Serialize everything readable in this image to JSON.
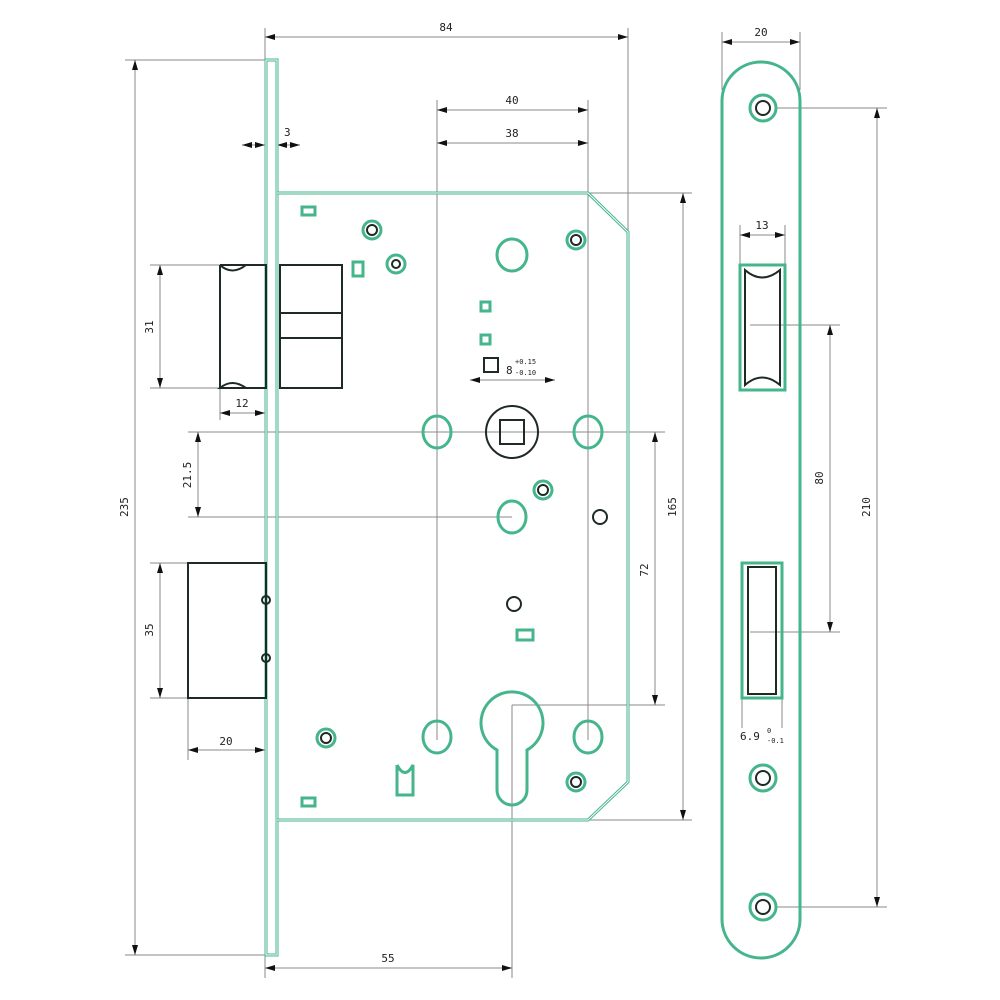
{
  "dimensions": {
    "width_84": "84",
    "plate_3": "3",
    "d40": "40",
    "d38": "38",
    "h235": "235",
    "latch31": "31",
    "latch12": "12",
    "d21_5": "21.5",
    "bolt35": "35",
    "bolt20": "20",
    "backset55": "55",
    "h165": "165",
    "d72": "72",
    "spindle": "8",
    "spindle_tol_up": "+0.15",
    "spindle_tol_down": "-0.10",
    "strike_w20": "20",
    "strike_13": "13",
    "strike_80": "80",
    "strike_210": "210",
    "strike_69": "6.9",
    "strike_69_tol_up": "0",
    "strike_69_tol_down": "-0.1"
  },
  "colors": {
    "outline": "#45b58c",
    "dimension": "#8a8a8a"
  }
}
